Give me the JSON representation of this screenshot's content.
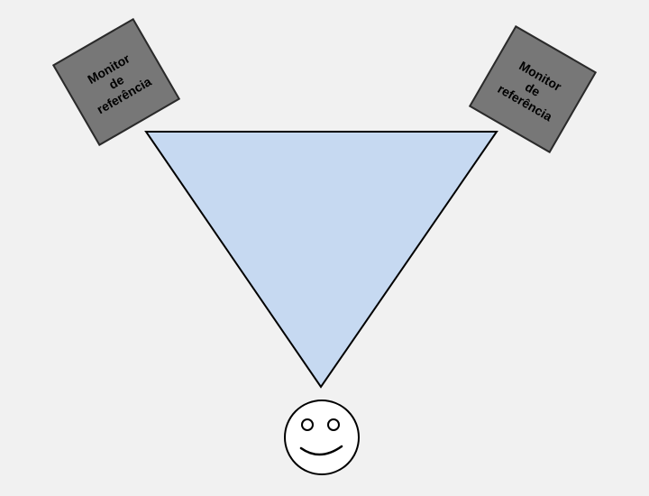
{
  "monitors": {
    "left": {
      "line1": "Monitor",
      "line2": "de",
      "line3": "referência"
    },
    "right": {
      "line1": "Monitor",
      "line2": "de",
      "line3": "referência"
    }
  },
  "colors": {
    "background": "#f1f1f1",
    "triangle_fill": "#c6d9f1",
    "monitor_fill": "#777777",
    "outline": "#000000"
  },
  "icons": {
    "listener": "smiley-face-icon"
  }
}
